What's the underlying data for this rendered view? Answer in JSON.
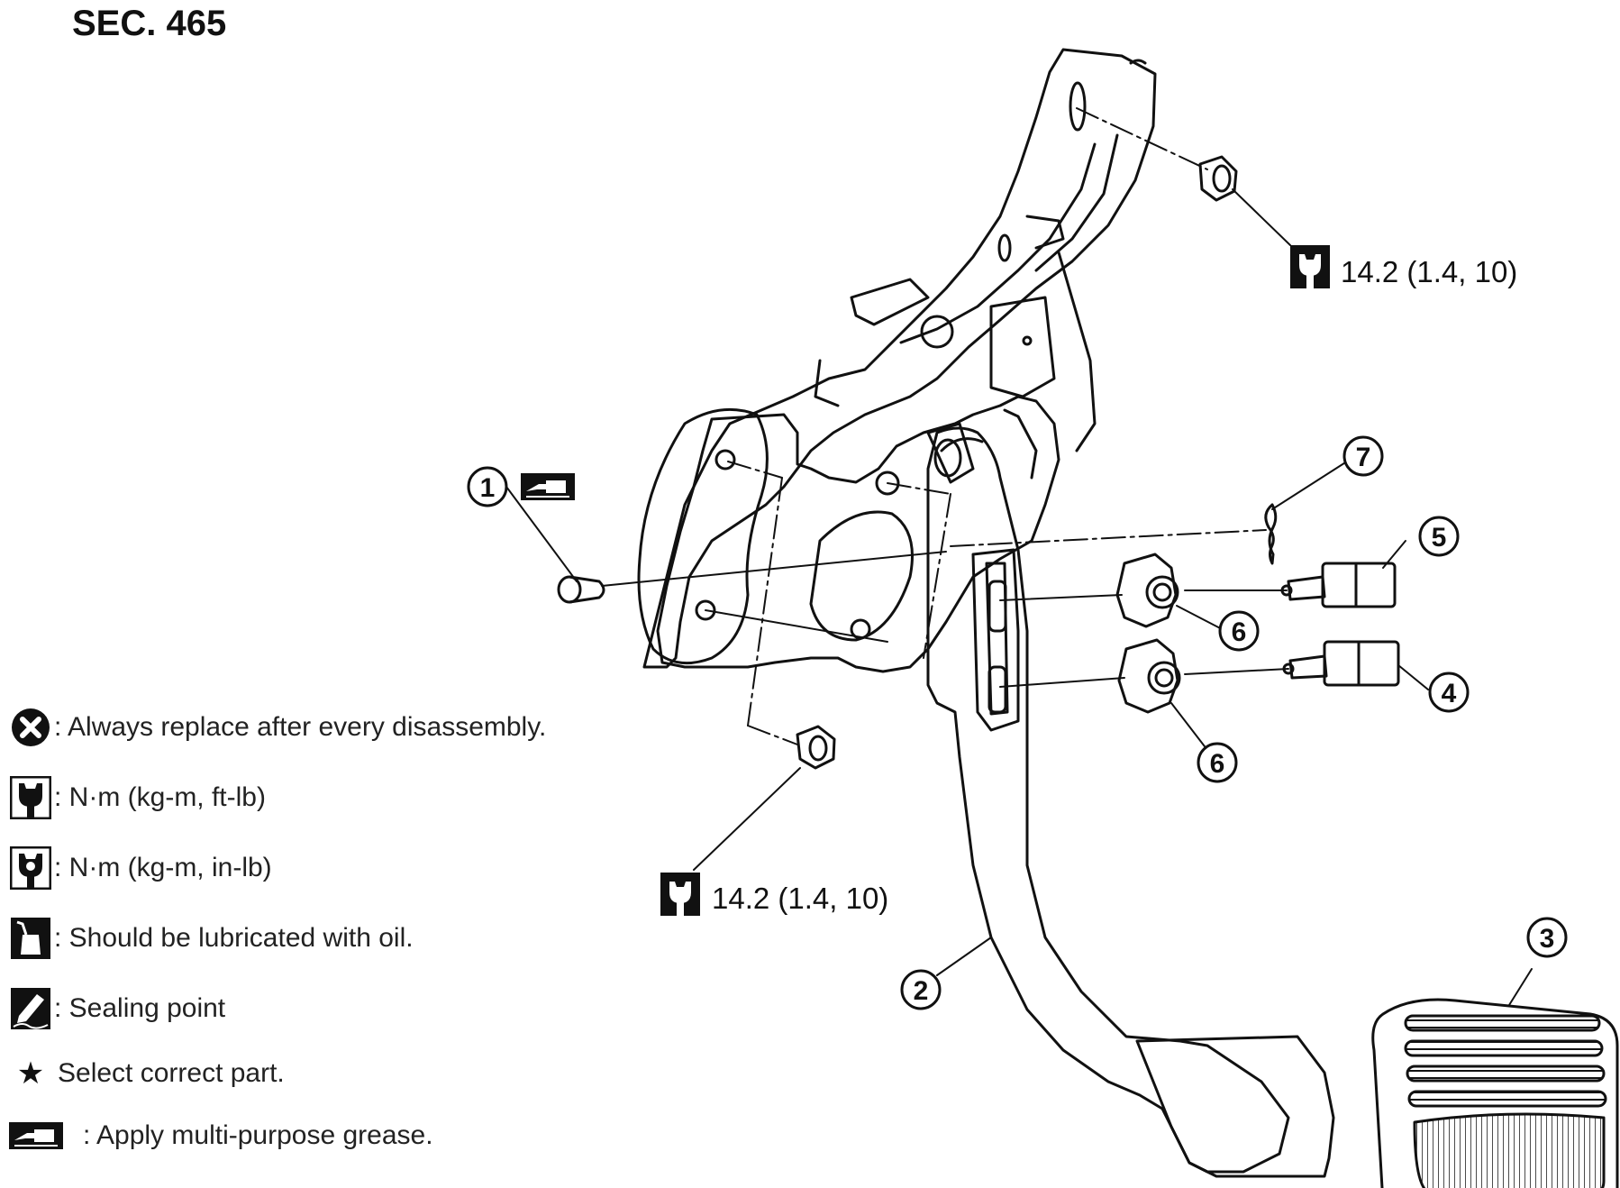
{
  "section_label": "SEC. 465",
  "torque_specs": [
    {
      "id": "upper-nut",
      "value": "14.2 (1.4, 10)"
    },
    {
      "id": "lower-nut",
      "value": "14.2 (1.4, 10)"
    }
  ],
  "callouts": [
    "1",
    "2",
    "3",
    "4",
    "5",
    "6",
    "6",
    "7"
  ],
  "legend": [
    {
      "icon": "replace-icon",
      "text": ": Always replace after every disassembly."
    },
    {
      "icon": "torque-ftlb-icon",
      "text": ": N·m (kg-m, ft-lb)"
    },
    {
      "icon": "torque-inlb-icon",
      "text": ": N·m (kg-m, in-lb)"
    },
    {
      "icon": "oil-can-icon",
      "text": ": Should be lubricated with oil."
    },
    {
      "icon": "sealing-icon",
      "text": ": Sealing point"
    },
    {
      "icon": "star-icon",
      "text": "Select correct part."
    },
    {
      "icon": "grease-icon",
      "text": ": Apply multi-purpose grease."
    }
  ]
}
